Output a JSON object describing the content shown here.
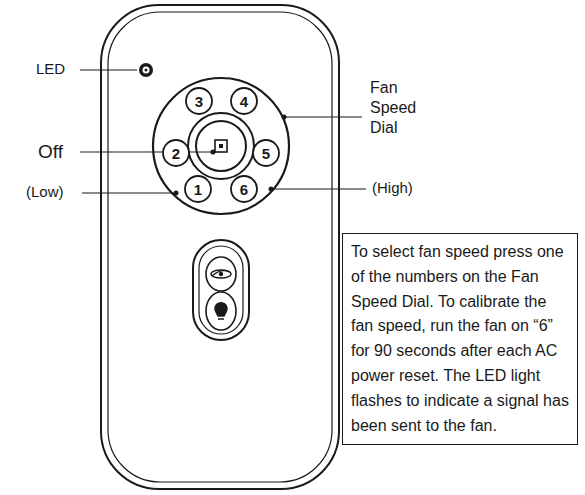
{
  "diagram": {
    "nodes": [
      {
        "text": [
          "3"
        ]
      },
      {
        "text": [
          "4"
        ]
      },
      {
        "text": [
          "2"
        ]
      },
      {
        "text": [
          "5"
        ]
      },
      {
        "text": [
          "1"
        ]
      },
      {
        "text": [
          "6"
        ]
      },
      {
        "text": [
          "To select fan speed press one of the numbers on the Fan Speed Dial. To calibrate the fan speed, run the fan on “6” for 90 seconds after each AC power reset. The LED light flashes to indicate a signal has been sent to the fan."
        ]
      }
    ],
    "labels": [
      "LED",
      "Fan Speed Dial",
      "Off",
      "(Low)",
      "(High)"
    ]
  }
}
